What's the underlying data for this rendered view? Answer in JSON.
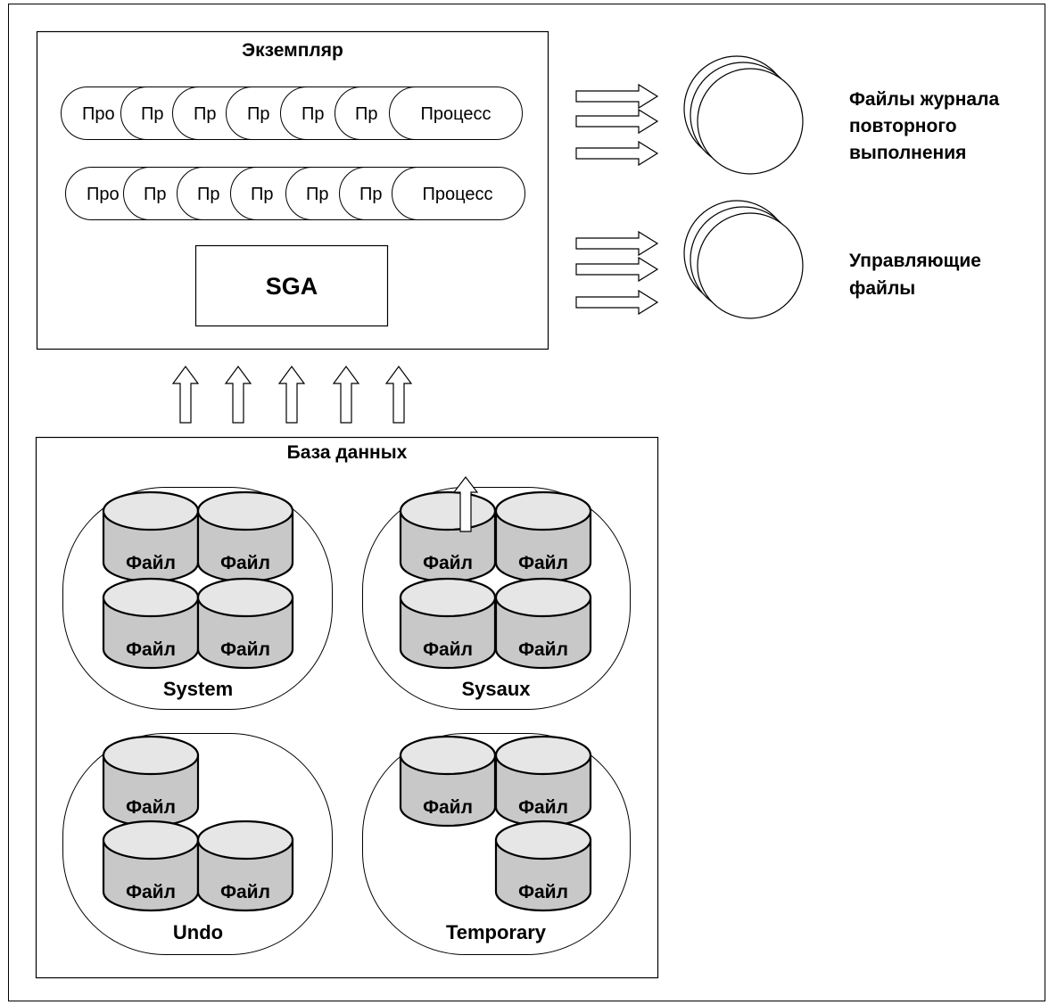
{
  "instance": {
    "title": "Экземпляр",
    "process_rows": [
      [
        "Про",
        "Пр",
        "Пр",
        "Пр",
        "Пр",
        "Пр",
        "Процесс"
      ],
      [
        "Про",
        "Пр",
        "Пр",
        "Пр",
        "Пр",
        "Пр",
        "Процесс"
      ]
    ],
    "sga_label": "SGA"
  },
  "redo_logs": {
    "label_lines": [
      "Файлы журнала",
      "повторного",
      "выполнения"
    ]
  },
  "control_files": {
    "label_lines": [
      "Управляющие",
      "файлы"
    ]
  },
  "database": {
    "title": "База данных",
    "tablespaces": [
      {
        "name": "System",
        "file_labels": [
          "Файл",
          "Файл",
          "Файл",
          "Файл"
        ]
      },
      {
        "name": "Sysaux",
        "file_labels": [
          "Файл",
          "Файл",
          "Файл",
          "Файл"
        ]
      },
      {
        "name": "Undo",
        "file_labels": [
          "Файл",
          "Файл",
          "Файл"
        ]
      },
      {
        "name": "Temporary",
        "file_labels": [
          "Файл",
          "Файл",
          "Файл"
        ]
      }
    ]
  },
  "colors": {
    "cylinder_body": "#c8c8c8",
    "cylinder_top": "#e6e6e6",
    "stroke": "#000000"
  }
}
